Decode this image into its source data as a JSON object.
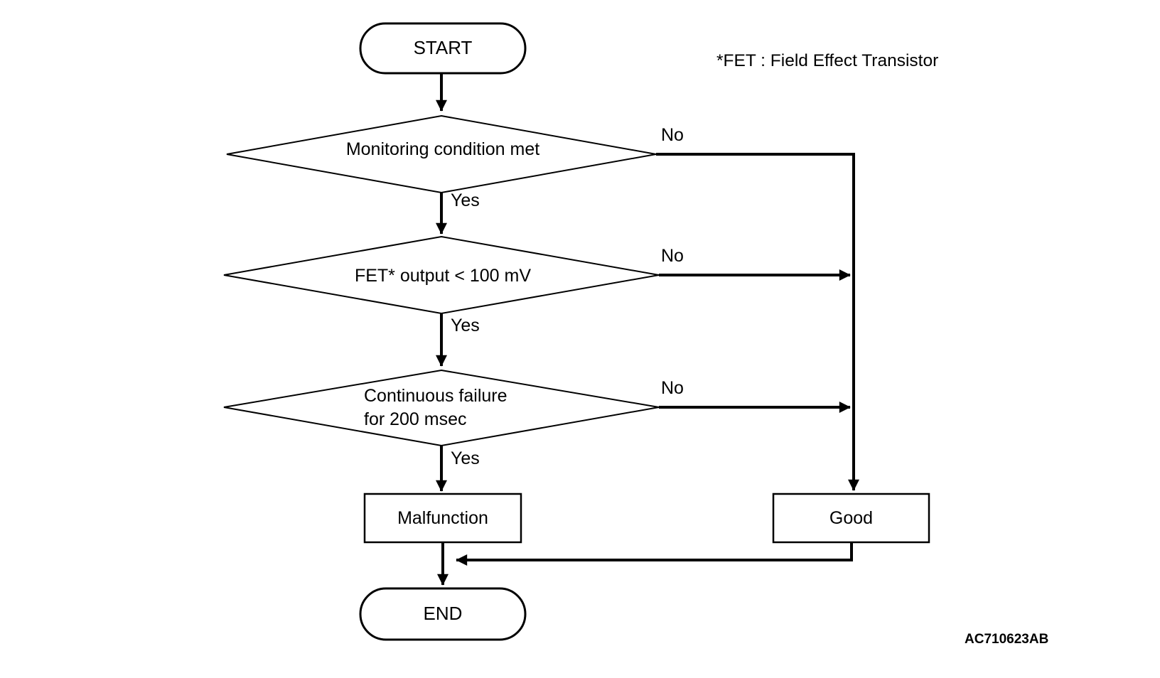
{
  "figure": {
    "note": "*FET : Field Effect Transistor",
    "figure_code": "AC710623AB"
  },
  "nodes": {
    "start": {
      "type": "terminator",
      "label": "START"
    },
    "decision_monitoring": {
      "type": "decision",
      "label": "Monitoring condition met"
    },
    "decision_fet_output": {
      "type": "decision",
      "label": "FET* output < 100 mV"
    },
    "decision_continuous_failure": {
      "type": "decision",
      "label": "Continuous failure for 200 msec",
      "lines": [
        "Continuous failure",
        "for 200 msec"
      ]
    },
    "malfunction": {
      "type": "process",
      "label": "Malfunction"
    },
    "good": {
      "type": "process",
      "label": "Good"
    },
    "end": {
      "type": "terminator",
      "label": "END"
    }
  },
  "edges": {
    "monitoring_yes": "Yes",
    "monitoring_no": "No",
    "fet_yes": "Yes",
    "fet_no": "No",
    "failure_yes": "Yes",
    "failure_no": "No"
  },
  "colors": {
    "line": "#000000",
    "background": "#ffffff"
  }
}
